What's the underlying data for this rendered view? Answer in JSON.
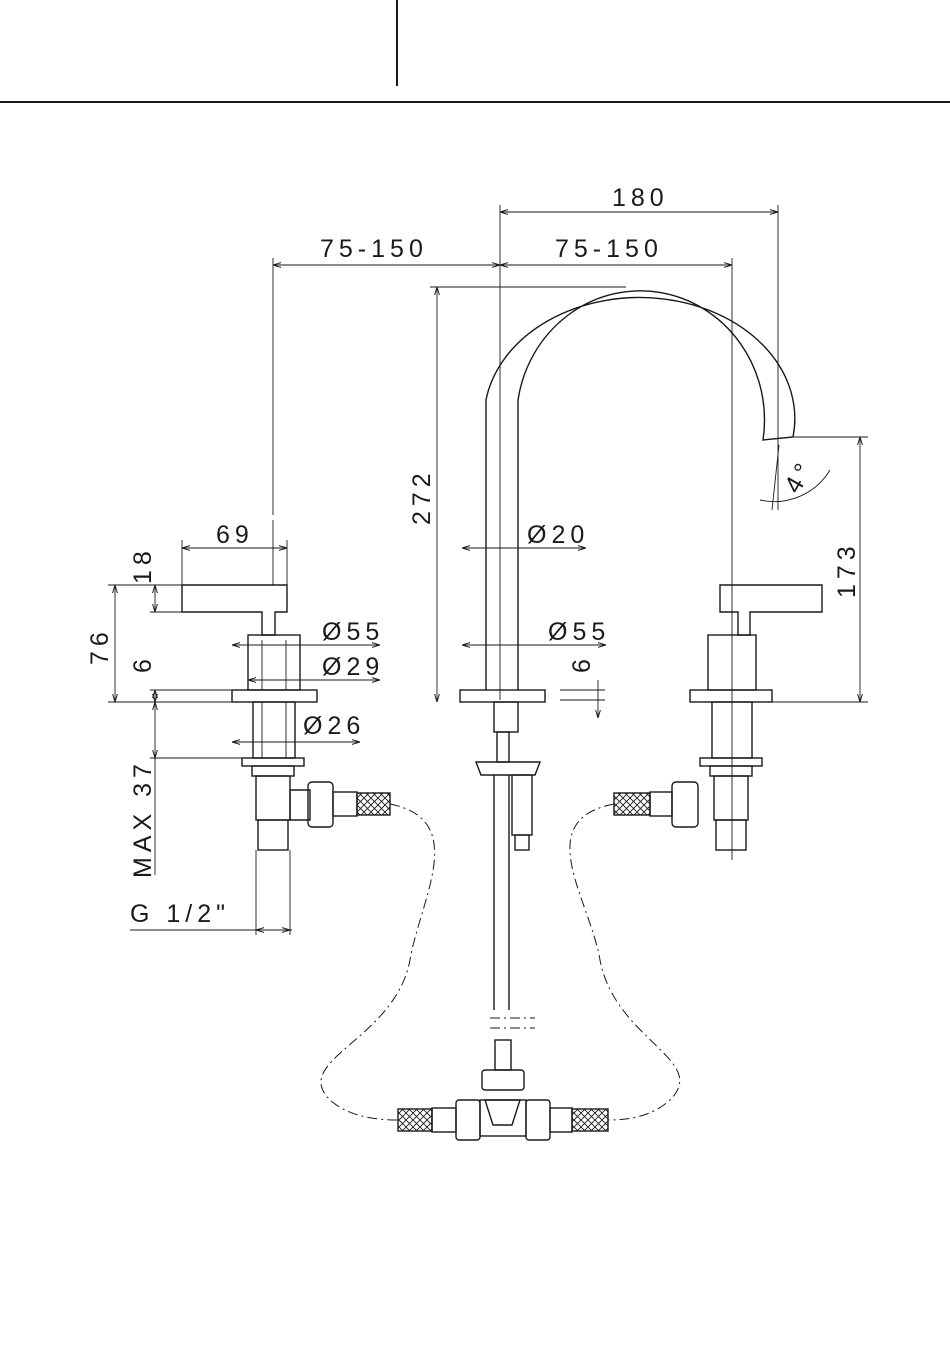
{
  "dimensions": {
    "overall_width": "180",
    "left_spacing": "75-150",
    "right_spacing": "75-150",
    "spout_height": "272",
    "spout_reach_height": "173",
    "spout_angle": "4°",
    "spout_diameter": "Ø20",
    "handle_length": "69",
    "handle_height": "18",
    "body_height": "76",
    "base_thickness_left": "6",
    "base_thickness_right": "6",
    "flange_diameter_left": "Ø55",
    "flange_diameter_right": "Ø55",
    "body_diameter": "Ø29",
    "shank_diameter": "Ø26",
    "max_deck_thickness": "MAX 37",
    "thread_size": "G 1/2\""
  }
}
